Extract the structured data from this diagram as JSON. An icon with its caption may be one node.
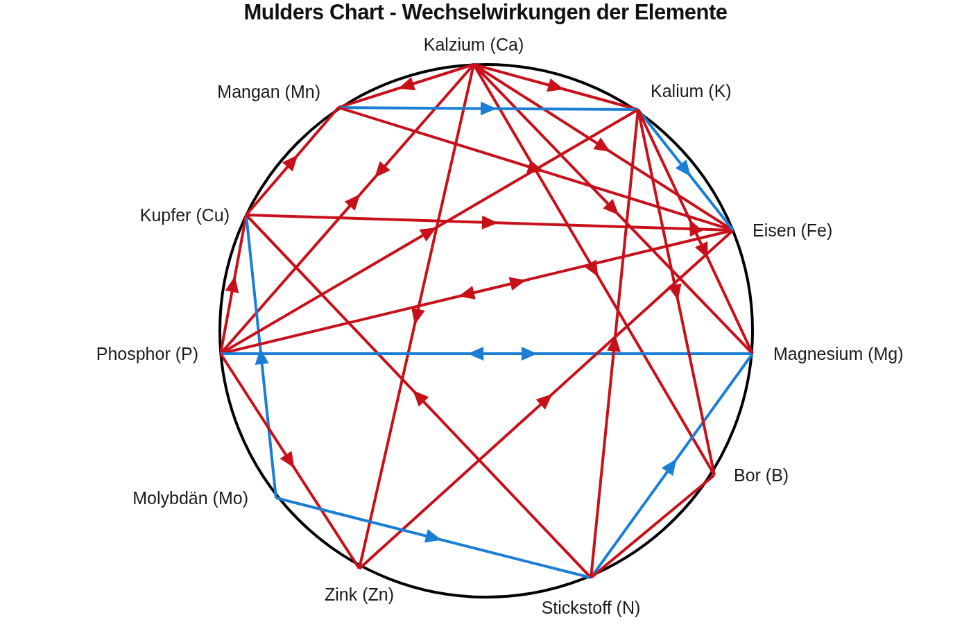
{
  "diagram": {
    "title": "Mulders Chart - Wechselwirkungen der Elemente",
    "nodes": [
      {
        "text": [
          "Kalzium (Ca)"
        ]
      },
      {
        "text": [
          "Kalium (K)"
        ]
      },
      {
        "text": [
          "Eisen (Fe)"
        ]
      },
      {
        "text": [
          "Magnesium (Mg)"
        ]
      },
      {
        "text": [
          "Bor (B)"
        ]
      },
      {
        "text": [
          "Stickstoff (N)"
        ]
      },
      {
        "text": [
          "Zink (Zn)"
        ]
      },
      {
        "text": [
          "Molybdän (Mo)"
        ]
      },
      {
        "text": [
          "Phosphor (P)"
        ]
      },
      {
        "text": [
          "Kupfer (Cu)"
        ]
      },
      {
        "text": [
          "Mangan (Mn)"
        ]
      }
    ],
    "edges": [
      {
        "from": 0,
        "to": 10,
        "arrow": "to"
      },
      {
        "from": 0,
        "to": 1,
        "arrow": "to"
      },
      {
        "from": 0,
        "to": 8,
        "arrow": "both"
      },
      {
        "from": 0,
        "to": 6,
        "arrow": "to"
      },
      {
        "from": 0,
        "to": 2,
        "arrow": "to"
      },
      {
        "from": 0,
        "to": 3,
        "arrow": "to"
      },
      {
        "from": 0,
        "to": 4,
        "arrow": "to"
      },
      {
        "from": 10,
        "to": 1,
        "arrow": "to",
        "color": "#1a7fd4"
      },
      {
        "from": 10,
        "to": 2,
        "arrow": "to"
      },
      {
        "from": 9,
        "to": 10,
        "arrow": "to"
      },
      {
        "from": 9,
        "to": 2,
        "arrow": "to"
      },
      {
        "from": 8,
        "to": 9,
        "arrow": "to"
      },
      {
        "from": 7,
        "to": 9,
        "arrow": "to",
        "color": "#1a7fd4"
      },
      {
        "from": 5,
        "to": 9,
        "arrow": "to"
      },
      {
        "from": 8,
        "to": 1,
        "arrow": "to"
      },
      {
        "from": 8,
        "to": 2,
        "arrow": "both"
      },
      {
        "from": 8,
        "to": 3,
        "arrow": "both",
        "color": "#1a7fd4"
      },
      {
        "from": 8,
        "to": 6,
        "arrow": "to"
      },
      {
        "from": 6,
        "to": 2,
        "arrow": "to"
      },
      {
        "from": 7,
        "to": 5,
        "arrow": "to",
        "color": "#1a7fd4"
      },
      {
        "from": 5,
        "to": 3,
        "arrow": "to",
        "color": "#1a7fd4"
      },
      {
        "from": 5,
        "to": 4,
        "arrow": "none"
      },
      {
        "from": 5,
        "to": 1,
        "arrow": "to"
      },
      {
        "from": 1,
        "to": 2,
        "arrow": "to",
        "color": "#1a7fd4"
      },
      {
        "from": 1,
        "to": 3,
        "arrow": "both"
      },
      {
        "from": 1,
        "to": 4,
        "arrow": "to"
      }
    ]
  }
}
